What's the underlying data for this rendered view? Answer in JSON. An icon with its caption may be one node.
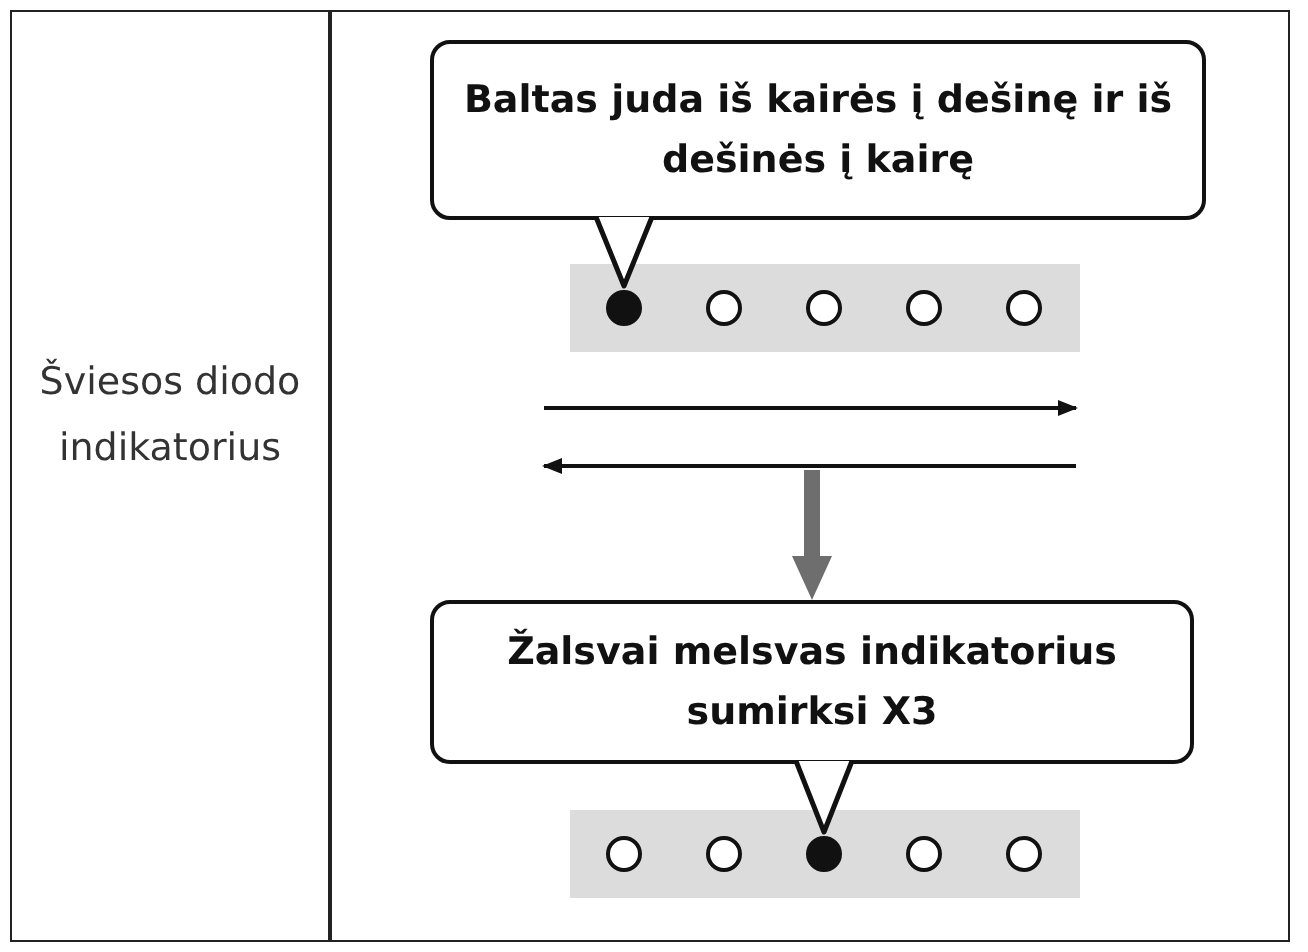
{
  "diagram": {
    "nodes": [
      {
        "text": [
          "Baltas juda iš kairės į dešinę ir iš dešinės į kairę"
        ]
      },
      {
        "text": [],
        "shape": "bar"
      },
      {
        "text": [],
        "shape": "dot",
        "in": 1
      },
      {
        "text": [],
        "shape": "circle",
        "in": 1
      },
      {
        "text": [],
        "shape": "circle",
        "in": 1
      },
      {
        "text": [],
        "shape": "circle",
        "in": 1
      },
      {
        "text": [],
        "shape": "circle",
        "in": 1
      },
      {
        "text": [
          "Žalsvai melsvas indikatorius sumirksi X3"
        ]
      },
      {
        "text": [],
        "shape": "bar"
      },
      {
        "text": [],
        "shape": "circle",
        "in": 8
      },
      {
        "text": [],
        "shape": "circle",
        "in": 8
      },
      {
        "text": [],
        "shape": "dot",
        "in": 8
      },
      {
        "text": [],
        "shape": "circle",
        "in": 8
      },
      {
        "text": [],
        "shape": "circle",
        "in": 8
      }
    ],
    "edges": [
      {
        "from": 0,
        "to": 2,
        "arrow": "to"
      },
      {
        "from": null,
        "to": 7,
        "arrow": "to",
        "style": "thick",
        "color": "#6e6e6e"
      },
      {
        "from": 7,
        "to": 11,
        "arrow": "to"
      }
    ],
    "labels": [
      "Šviesos diodo indikatorius"
    ]
  }
}
